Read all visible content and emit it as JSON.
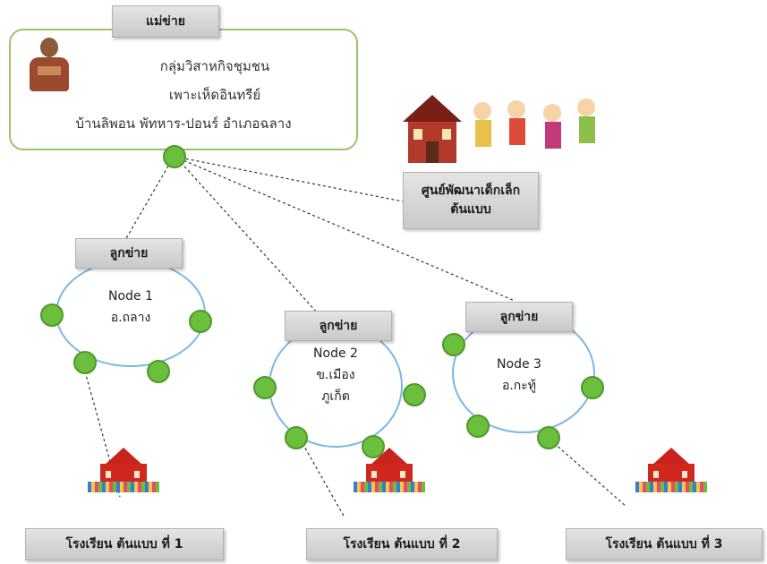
{
  "mother": {
    "tag": "แม่ข่าย",
    "lines": [
      "กลุ่มวิสาหกิจชุมชน",
      "เพาะเห็ดอินทรีย์",
      "บ้านลิพอน พัทหาร-ปอนร์ อำเภอฉลาง"
    ]
  },
  "childcare": {
    "line1": "ศูนย์พัฒนาเด็กเล็ก",
    "line2": "ต้นแบบ"
  },
  "children": [
    {
      "tag": "ลูกข่าย",
      "line1": "Node 1",
      "line2": "อ.ถลาง",
      "line3": ""
    },
    {
      "tag": "ลูกข่าย",
      "line1": "Node 2",
      "line2": "ข.เมือง",
      "line3": "ภูเก็ต"
    },
    {
      "tag": "ลูกข่าย",
      "line1": "Node 3",
      "line2": "อ.กะทู้",
      "line3": ""
    }
  ],
  "schools": [
    "โรงเรียน ต้นแบบ ที่ 1",
    "โรงเรียน ต้นแบบ ที่ 2",
    "โรงเรียน ต้นแบบ ที่ 3"
  ],
  "colors": {
    "node": "#6bbf3d",
    "ring": "#7cb6e6",
    "mother_border": "#9cc26f",
    "tag_bg": "#d6d6d6",
    "school_red": "#d0281f"
  }
}
